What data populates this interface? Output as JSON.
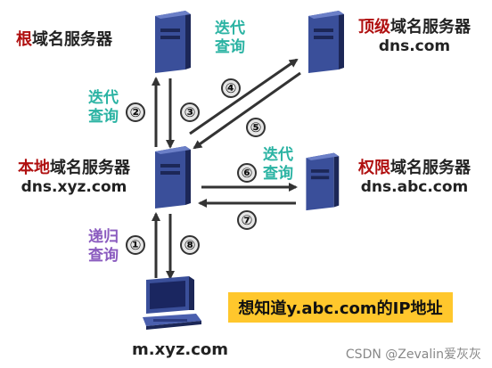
{
  "servers": {
    "root": {
      "highlight": "根",
      "rest": "域名服务器",
      "domain": ""
    },
    "tld": {
      "highlight": "顶级",
      "rest": "域名服务器",
      "domain": "dns.com"
    },
    "local": {
      "highlight": "本地",
      "rest": "域名服务器",
      "domain": "dns.xyz.com"
    },
    "auth": {
      "highlight": "权限",
      "rest": "域名服务器",
      "domain": "dns.abc.com"
    }
  },
  "client": {
    "name": "m.xyz.com"
  },
  "query_labels": {
    "iterative_1": "迭代\n查询",
    "iterative_2": "迭代\n查询",
    "iterative_3": "迭代\n查询",
    "recursive": "递归\n查询"
  },
  "steps": [
    "①",
    "②",
    "③",
    "④",
    "⑤",
    "⑥",
    "⑦",
    "⑧"
  ],
  "callout": "想知道y.abc.com的IP地址",
  "watermark": "CSDN @Zevalin爱灰灰",
  "colors": {
    "highlight_red": "#b01010",
    "teal": "#2bb3a3",
    "purple": "#8a5bbf",
    "callout_bg": "#ffc72c"
  }
}
